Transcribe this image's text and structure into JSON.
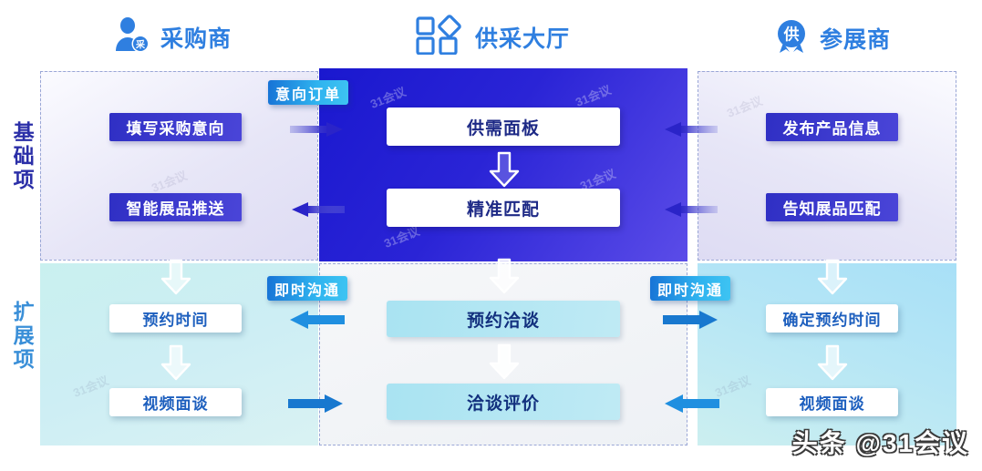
{
  "columns": {
    "left": {
      "title": "采购商",
      "icon": "buyer-person-badge-icon",
      "badge_text": "采"
    },
    "center": {
      "title": "供采大厅",
      "icon": "grid-diamond-icon"
    },
    "right": {
      "title": "参展商",
      "icon": "exhibitor-seal-icon",
      "badge_text": "供"
    }
  },
  "rows": {
    "basic": {
      "label": "基础项"
    },
    "extended": {
      "label": "扩展项"
    }
  },
  "nodes": {
    "left_basic_1": "填写采购意向",
    "left_basic_2": "智能展品推送",
    "center_basic_1": "供需面板",
    "center_basic_2": "精准匹配",
    "right_basic_1": "发布产品信息",
    "right_basic_2": "告知展品匹配",
    "left_ext_1": "预约时间",
    "left_ext_2": "视频面谈",
    "center_ext_1": "预约洽谈",
    "center_ext_2": "洽谈评价",
    "right_ext_1": "确定预约时间",
    "right_ext_2": "视频面谈"
  },
  "chips": {
    "intent_order": "意向订单",
    "instant_chat_l": "即时沟通",
    "instant_chat_r": "即时沟通"
  },
  "watermark": {
    "tile": "31会议",
    "brand": "头条 @31会议"
  },
  "colors": {
    "deep_blue": "#2f2fc4",
    "panel_blue": "#1a18cf",
    "accent_cyan": "#2fb3ef",
    "header_blue": "#2f7fe0",
    "row_basic": "#2b2fa8",
    "row_ext": "#3a8fd8"
  }
}
